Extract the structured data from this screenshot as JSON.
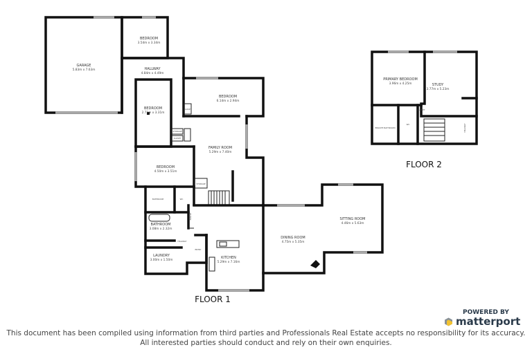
{
  "floors": [
    {
      "label": "FLOOR 1"
    },
    {
      "label": "FLOOR 2"
    }
  ],
  "rooms": {
    "garage": {
      "name": "GARAGE",
      "dims": "5.83m x 7.63m"
    },
    "bedroom_top": {
      "name": "BEDROOM",
      "dims": "3.54m x 3.34m"
    },
    "hallway": {
      "name": "HALLWAY",
      "dims": "4.84m x 4.49m"
    },
    "bedroom_mid": {
      "name": "BEDROOM",
      "dims": "2.71m x 3.31m"
    },
    "bedroom_east": {
      "name": "BEDROOM",
      "dims": "6.14m x 2.94m"
    },
    "family_room": {
      "name": "FAMILY ROOM",
      "dims": "5.29m x 7.40m"
    },
    "bedroom_low": {
      "name": "BEDROOM",
      "dims": "4.50m x 3.51m"
    },
    "bathroom": {
      "name": "BATHROOM",
      "dims": "3.08m x 2.32m"
    },
    "laundry": {
      "name": "LAUNDRY",
      "dims": "3.00m x 1.50m"
    },
    "kitchen": {
      "name": "KITCHEN",
      "dims": "5.29m x 7.16m"
    },
    "dining_room": {
      "name": "DINING ROOM",
      "dims": "4.75m x 5.35m"
    },
    "sitting_room": {
      "name": "SITTING ROOM",
      "dims": "4.46m x 5.63m"
    },
    "primary_bedroom": {
      "name": "PRIMARY BEDROOM",
      "dims": "3.96m x 4.25m"
    },
    "study": {
      "name": "STUDY",
      "dims": "3.77m x 5.23m"
    },
    "storage": {
      "name": "STORAGE"
    },
    "storage2": {
      "name": "STORAGE"
    },
    "closet": {
      "name": "CLOSET"
    },
    "closet2": {
      "name": "CLOSET"
    },
    "closet3": {
      "name": "CLOSET"
    },
    "pantry": {
      "name": "PANTRY"
    },
    "ensuite": {
      "name": "BATHROOM"
    },
    "wc": {
      "name": "WC"
    },
    "hallway2": {
      "name": "HALLWAY"
    },
    "entry": {
      "name": "ENTRY"
    },
    "ensuite2": {
      "name": "ENSUITE BATHROOM"
    },
    "wc2": {
      "name": "WC"
    },
    "hallway3": {
      "name": "HALLWAY"
    }
  },
  "branding": {
    "powered_by": "POWERED BY",
    "brand": "matterport",
    "brand_colors": {
      "cube_gold": "#f2c230",
      "cube_gray": "#8a9298",
      "text": "#2a3a4a"
    }
  },
  "disclaimer": {
    "line1": "This document has been compiled using information from third parties and Professionals Real Estate accepts no responsibility for its accuracy.",
    "line2": "All interested parties should conduct and rely on their own enquiries."
  }
}
